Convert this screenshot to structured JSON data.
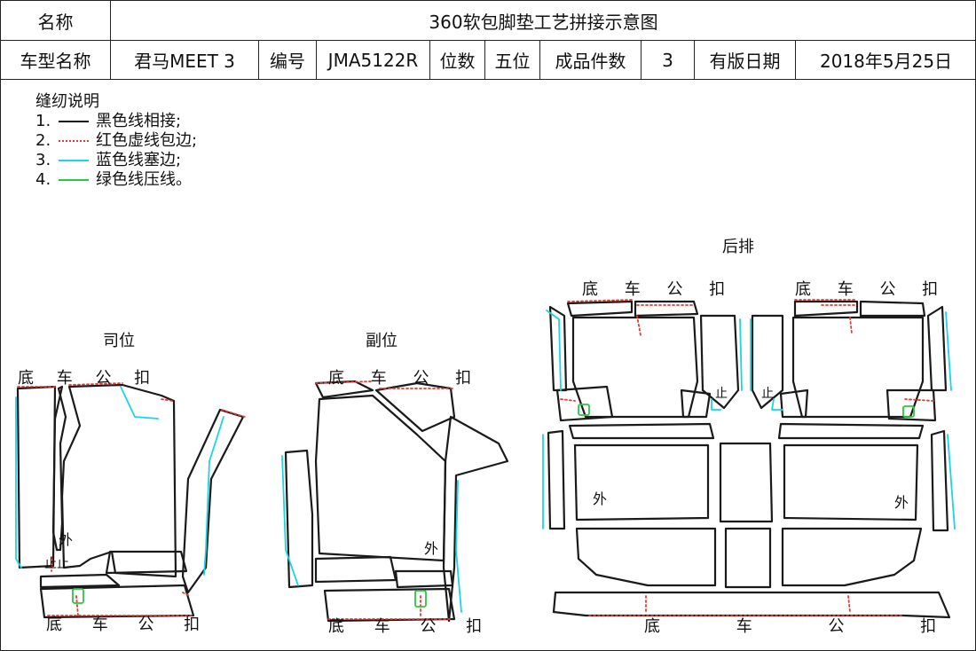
{
  "header": {
    "name_label": "名称",
    "title": "360软包脚垫工艺拼接示意图",
    "model_label": "车型名称",
    "model_value": "君马MEET 3",
    "code_label": "编号",
    "code_value": "JMA5122R",
    "seat_label": "位数",
    "seat_value": "五位",
    "count_label": "成品件数",
    "count_value": "3",
    "date_label": "有版日期",
    "date_value": "2018年5月25日"
  },
  "legend": {
    "title": "缝纫说明",
    "items": [
      {
        "num": "1.",
        "text": "黑色线相接;"
      },
      {
        "num": "2.",
        "text": "红色虚线包边;"
      },
      {
        "num": "3.",
        "text": "蓝色线塞边;"
      },
      {
        "num": "4.",
        "text": "绿色线压线。"
      }
    ]
  },
  "sections": {
    "driver": "司位",
    "passenger": "副位",
    "rear": "后排"
  },
  "labels": {
    "bottom_clip": "底 车 公 扣",
    "outer": "外",
    "stop": "止"
  },
  "colors": {
    "outline": "#1a1a1a",
    "hem_red": "#e53935",
    "tuck_cyan": "#19d6e0",
    "press_green": "#27c93f"
  }
}
